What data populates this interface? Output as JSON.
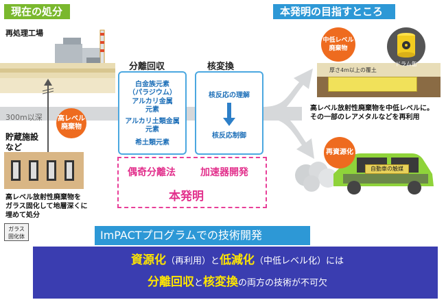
{
  "left": {
    "header": "現在の処分",
    "plant_label": "再処理工場",
    "depth_label": "300m以深",
    "storage_label": "貯蔵施設\nなど",
    "hlw_badge": "高レベル\n廃棄物",
    "disposal_text": "高レベル放射性廃棄物を\nガラス固化して地層深くに\n埋めて処分",
    "glass_label": "ガラス\n固化体"
  },
  "center": {
    "separation_title": "分離回収",
    "separation_items": [
      "白金族元素\n（パラジウム）",
      "アルカリ金属\n元素",
      "アルカリ土類金属\n元素",
      "希土類元素"
    ],
    "transmutation_title": "核変換",
    "transmutation_items": [
      "核反応の理解",
      "核反応制御"
    ],
    "method_a": "偶奇分離法",
    "method_b": "加速器開発",
    "invention": "本発明"
  },
  "right": {
    "header": "本発明の目指すところ",
    "mid_badge": "中低レベル\n廃棄物",
    "drum_label": "ドラム缶",
    "layer_label": "厚さ4m以上の覆土",
    "mid_text": "高レベル放射性廃棄物を中低レベルに。\nその一部のレアメタルなどを再利用",
    "reuse_badge": "再資源化",
    "car_label": "自動車の触媒"
  },
  "impact_band": "ImPACTプログラムでの技術開発",
  "bottom": {
    "t1": "資源化",
    "t2": "（再利用）と",
    "t3": "低減化",
    "t4": "（中低レベル化）には",
    "t5": "分離回収",
    "t6": "と",
    "t7": "核変換",
    "t8": "の両方の技術が不可欠"
  },
  "colors": {
    "green": "#7ab82e",
    "blue": "#2d98d6",
    "navy": "#3a3db0",
    "orange": "#ee6b1f",
    "pink": "#e2308c",
    "yellow": "#ffe600"
  }
}
